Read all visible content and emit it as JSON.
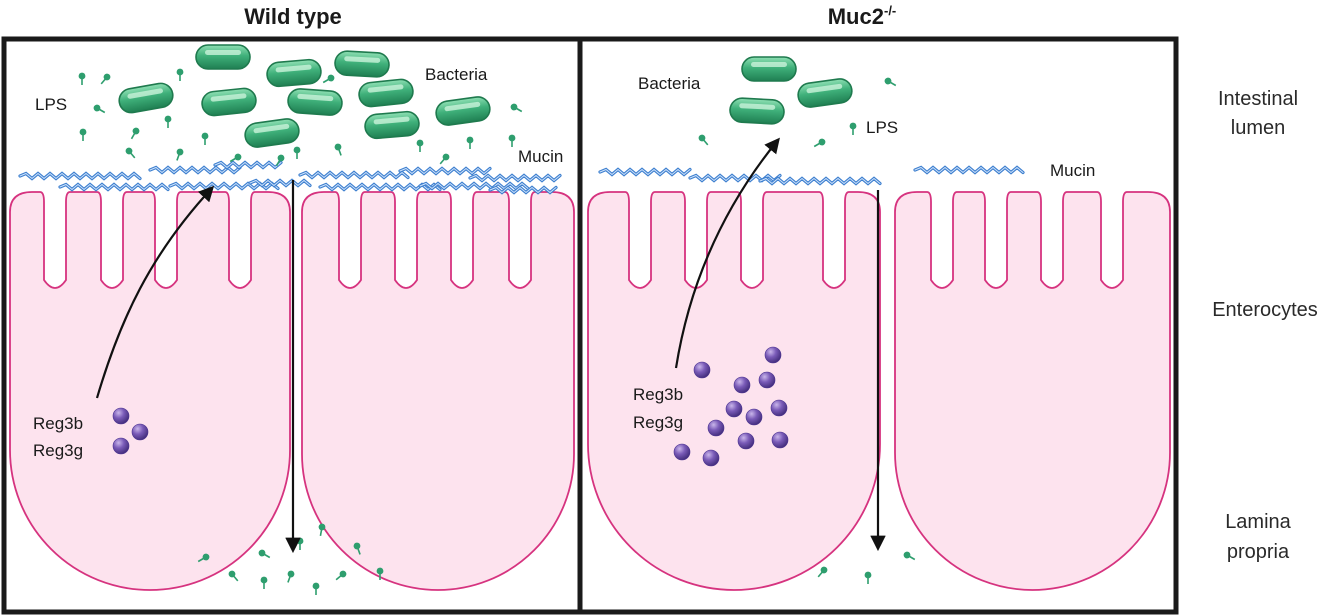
{
  "titles": {
    "wild_type": "Wild type",
    "muc2_base": "Muc2",
    "muc2_sup": "-/-"
  },
  "left_panel": {
    "lps": "LPS",
    "bacteria": "Bacteria",
    "mucin": "Mucin",
    "reg3b": "Reg3b",
    "reg3g": "Reg3g"
  },
  "right_panel": {
    "bacteria": "Bacteria",
    "lps": "LPS",
    "mucin": "Mucin",
    "reg3b": "Reg3b",
    "reg3g": "Reg3g"
  },
  "side_labels": {
    "intestinal_1": "Intestinal",
    "intestinal_2": "lumen",
    "enterocytes": "Enterocytes",
    "lamina_1": "Lamina",
    "lamina_2": "propria"
  },
  "colors": {
    "bacteria_fill": "#3fae7a",
    "bacteria_stroke": "#1f7a4e",
    "lps": "#2e9e6e",
    "cell_fill": "#fde3ee",
    "cell_stroke": "#d6337f",
    "mucin": "#3d7fcf",
    "reg3": "#6a4aa8",
    "frame": "#1a1a1a"
  }
}
